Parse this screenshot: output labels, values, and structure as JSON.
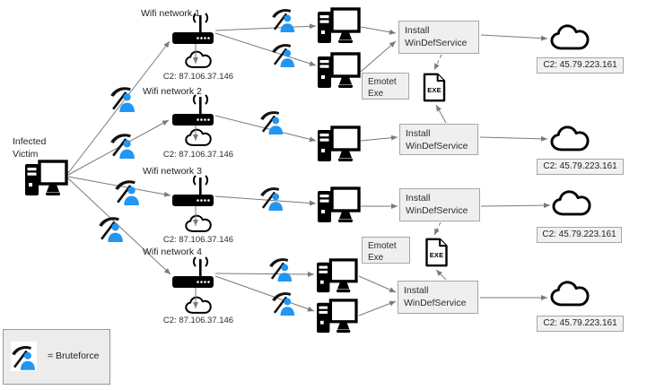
{
  "colors": {
    "bruteforce_blue": "#2196f3",
    "box_fill": "#efefef",
    "line_gray": "#7a7a7a"
  },
  "victim": {
    "label": "Infected Victim"
  },
  "legend": {
    "label": "= Bruteforce"
  },
  "networks": [
    {
      "name": "Wifi network 1",
      "router_c2": "C2: 87.106.37.146"
    },
    {
      "name": "Wifi network 2",
      "router_c2": "C2: 87.106.37.146"
    },
    {
      "name": "Wifi network 3",
      "router_c2": "C2: 87.106.37.146"
    },
    {
      "name": "Wifi network 4",
      "router_c2": "C2: 87.106.37.146"
    }
  ],
  "install_boxes": [
    "Install WinDefService",
    "Install WinDefService",
    "Install WinDefService",
    "Install WinDefService"
  ],
  "emotet_boxes": [
    "Emotet Exe",
    "Emotet Exe"
  ],
  "exe_files": [
    "EXE",
    "EXE"
  ],
  "c2_servers": [
    "C2: 45.79.223.161",
    "C2: 45.79.223.161",
    "C2: 45.79.223.161",
    "C2: 45.79.223.161"
  ],
  "icons": {
    "bruteforce": "pickaxe-user-icon",
    "router": "wifi-router-icon",
    "computer": "desktop-computer-icon",
    "cloud": "cloud-icon",
    "exe_file": "exe-file-icon"
  }
}
